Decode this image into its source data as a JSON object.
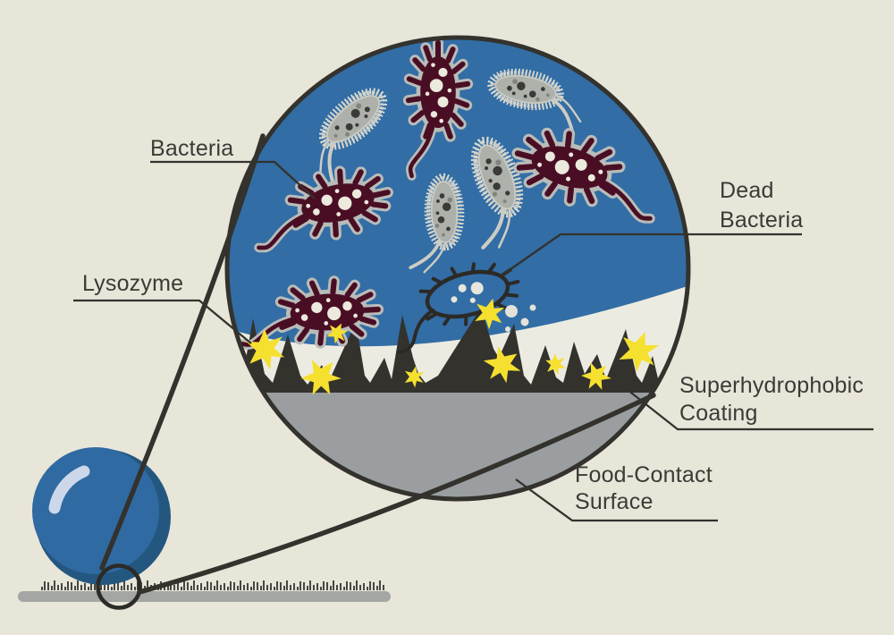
{
  "labels": {
    "bacteria": "Bacteria",
    "dead_bacteria": "Dead Bacteria",
    "lysozyme": "Lysozyme",
    "coating": "Superhydrophobic Coating",
    "surface": "Food-Contact Surface"
  },
  "counts": {
    "live_bacteria": 8,
    "dead_bacteria": 1,
    "lysozyme_particles": 9
  },
  "colors": {
    "background": "#e8e5d9",
    "water_blue": "#326da5",
    "bacteria_maroon": "#4a0e24",
    "bacteria_outline": "#b9bcb9",
    "bacteria_gray": "#aeb1ab",
    "lysozyme_yellow": "#f5e030",
    "coating_black": "#33322d",
    "surface_gray": "#9a9ea0",
    "label_text": "#3b3a35"
  }
}
